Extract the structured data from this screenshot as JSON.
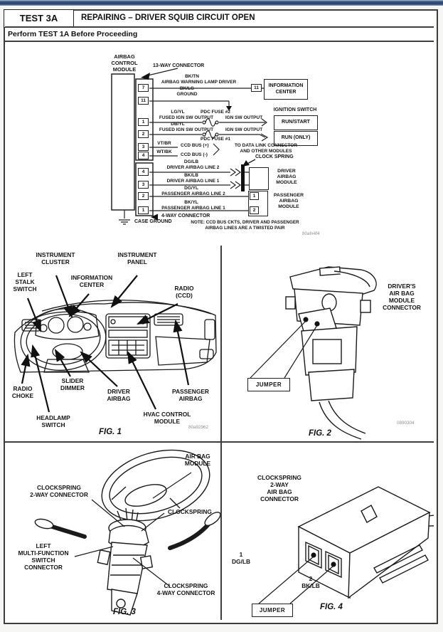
{
  "header": {
    "test_label": "TEST 3A",
    "title": "REPAIRING – DRIVER SQUIB CIRCUIT OPEN",
    "subtitle": "Perform TEST 1A Before Proceeding"
  },
  "wiring": {
    "module_label": "AIRBAG\nCONTROL\nMODULE",
    "connector13_label": "13-WAY CONNECTOR",
    "connector4_label": "4-WAY CONNECTOR",
    "case_ground_label": "CASE GROUND",
    "clock_spring_label": "CLOCK SPRING",
    "ignition_switch_label": "IGNITION SWITCH",
    "ignition_positions": [
      "RUN/START",
      "RUN (ONLY)"
    ],
    "information_center": {
      "pin": "11",
      "label": "INFORMATION\nCENTER"
    },
    "driver_module_label": "DRIVER\nAIRBAG\nMODULE",
    "passenger_module_label": "PASSENGER\nAIRBAG\nMODULE",
    "passenger_pins": [
      "1",
      "2"
    ],
    "data_link_label": "TO DATA LINK CONNECTOR\nAND OTHER MODULES",
    "note": "NOTE: CCD BUS CKTS, DRIVER AND PASSENGER\nAIRBAG LINES ARE A TWISTED PAIR",
    "code": "80af#4f4",
    "rows": [
      {
        "pin": "7",
        "color": "BK/TN",
        "name": "AIRBAG WARNING LAMP DRIVER"
      },
      {
        "pin": "11",
        "color": "BK/LG",
        "name": "GROUND"
      },
      {
        "pin": "1",
        "color": "LG/YL",
        "name": "FUSED IGN SW OUTPUT",
        "fuse": "PDC FUSE #2",
        "output": "IGN SW OUTPUT"
      },
      {
        "pin": "2",
        "color": "DB/YL",
        "name": "FUSED IGN SW OUTPUT",
        "fuse": "PDC FUSE #1",
        "output": "IGN SW OUTPUT"
      },
      {
        "pin": "3",
        "color": "VT/BR",
        "name": "CCD BUS (+)"
      },
      {
        "pin": "4",
        "color": "WT/BK",
        "name": "CCD BUS (-)"
      },
      {
        "pin": "4",
        "color": "DG/LB",
        "name": "DRIVER AIRBAG LINE 2"
      },
      {
        "pin": "3",
        "color": "BK/LB",
        "name": "DRIVER AIRBAG LINE 1"
      },
      {
        "pin": "2",
        "color": "DG/YL",
        "name": "PASSENGER AIRBAG LINE 2"
      },
      {
        "pin": "1",
        "color": "BK/YL",
        "name": "PASSENGER AIRBAG LINE 1"
      }
    ]
  },
  "fig1": {
    "labels": {
      "instrument_cluster": "INSTRUMENT\nCLUSTER",
      "instrument_panel": "INSTRUMENT\nPANEL",
      "left_stalk_switch": "LEFT\nSTALK\nSWITCH",
      "information_center": "INFORMATION\nCENTER",
      "radio_ccd": "RADIO\n(CCD)",
      "radio_choke": "RADIO\nCHOKE",
      "slider_dimmer": "SLIDER\nDIMMER",
      "driver_airbag": "DRIVER\nAIRBAG",
      "passenger_airbag": "PASSENGER\nAIRBAG",
      "headlamp_switch": "HEADLAMP\nSWITCH",
      "hvac_control_module": "HVAC CONTROL\nMODULE"
    },
    "caption": "FIG. 1",
    "code": "80a92962"
  },
  "fig2": {
    "connector_label": "DRIVER'S\nAIR BAG\nMODULE\nCONNECTOR",
    "jumper_label": "JUMPER",
    "caption": "FIG. 2",
    "code": "0890304"
  },
  "fig3": {
    "labels": {
      "air_bag_module": "AIR BAG\nMODULE",
      "clockspring_2way": "CLOCKSPRING\n2-WAY CONNECTOR",
      "clockspring": "CLOCKSPRING",
      "left_mfs": "LEFT\nMULTI-FUNCTION\nSWITCH\nCONNECTOR",
      "clockspring_4way": "CLOCKSPRING\n4-WAY CONNECTOR"
    },
    "caption": "FIG. 3"
  },
  "fig4": {
    "connector_label": "CLOCKSPRING\n2-WAY\nAIR BAG\nCONNECTOR",
    "pin1": "1\nDG/LB",
    "pin2": "2\nBK/LB",
    "jumper_label": "JUMPER",
    "caption": "FIG. 4"
  }
}
